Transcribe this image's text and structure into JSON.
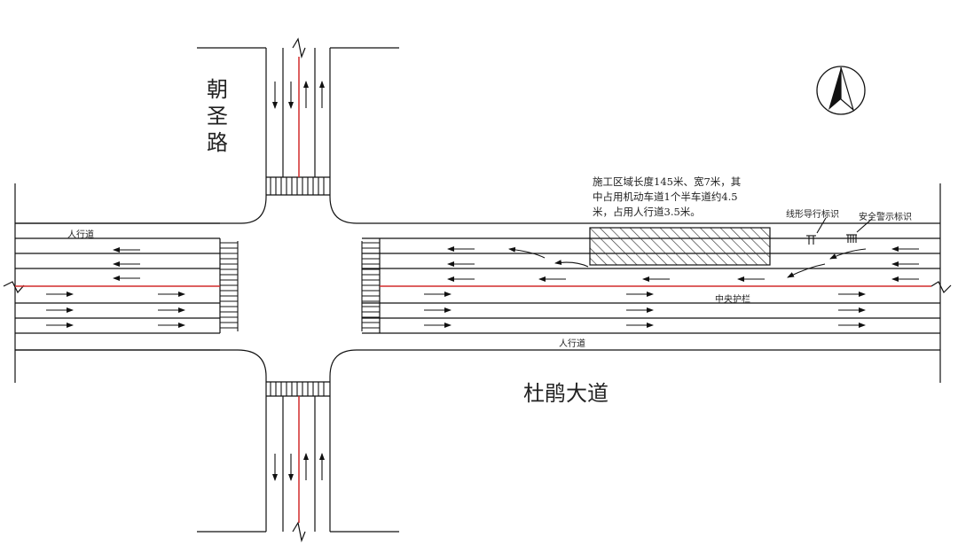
{
  "labels": {
    "road_north": "朝圣路",
    "road_main": "杜鹃大道",
    "sidewalk_north_left": "人行道",
    "sidewalk_south": "人行道",
    "median": "中央护栏",
    "guide_sign": "线形导行标识",
    "warning_sign": "安全警示标识",
    "construction_note": "施工区域长度145米、宽7米，其中占用机动车道1个半车道约4.5米，占用人行道3.5米。"
  },
  "icons": {
    "compass": "north-arrow-icon"
  },
  "colors": {
    "line": "#111111",
    "median": "#d22b2b",
    "hatch": "#333333",
    "background": "#ffffff"
  }
}
